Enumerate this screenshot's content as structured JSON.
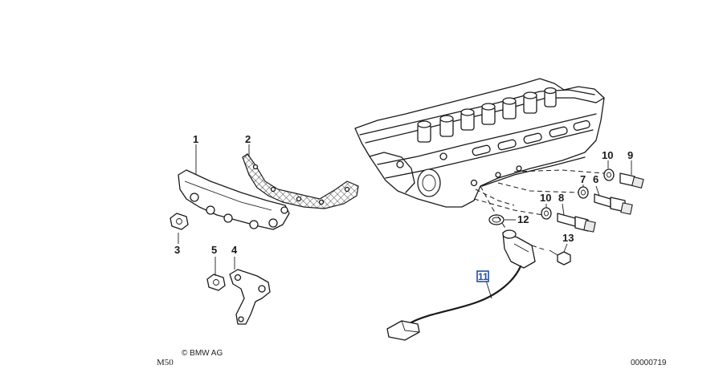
{
  "parts": [
    {
      "label": "1"
    },
    {
      "label": "2"
    },
    {
      "label": "3"
    },
    {
      "label": "5"
    },
    {
      "label": "4"
    },
    {
      "label": "10"
    },
    {
      "label": "9"
    },
    {
      "label": "7"
    },
    {
      "label": "6"
    },
    {
      "label": "10"
    },
    {
      "label": "8"
    },
    {
      "label": "12"
    },
    {
      "label": "13"
    },
    {
      "label": "11"
    }
  ],
  "footer": {
    "model_code": "M50",
    "copyright": "© BMW AG",
    "diagram_number": "00000719"
  },
  "colors": {
    "line": "#1a1a1a",
    "highlight": "#1e4fa8"
  }
}
